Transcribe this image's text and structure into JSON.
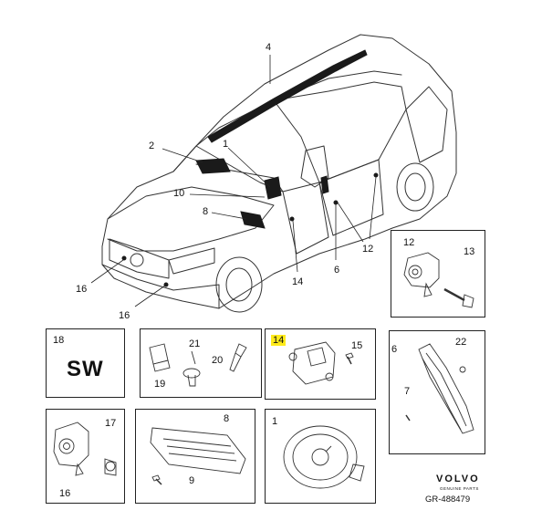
{
  "callouts": {
    "c1": "1",
    "c2": "2",
    "c4": "4",
    "c6": "6",
    "c8": "8",
    "c10": "10",
    "c12": "12",
    "c14": "14",
    "c16a": "16",
    "c16b": "16"
  },
  "panels": {
    "p12": {
      "a": "12",
      "b": "13"
    },
    "p18": {
      "num": "18",
      "text": "SW"
    },
    "p19": {
      "a": "21",
      "b": "20",
      "c": "19"
    },
    "p14": {
      "a": "14",
      "b": "15"
    },
    "p6": {
      "a": "6",
      "b": "22",
      "c": "7"
    },
    "p16": {
      "a": "17",
      "b": "16"
    },
    "p8": {
      "a": "8",
      "b": "9"
    },
    "p1": {
      "a": "1"
    }
  },
  "brand": {
    "name": "VOLVO",
    "sub": "GENUINE PARTS",
    "ref": "GR-488479"
  },
  "colors": {
    "highlight": "#ffeb1a",
    "line": "#222222",
    "part_dark": "#1a1a1a"
  }
}
